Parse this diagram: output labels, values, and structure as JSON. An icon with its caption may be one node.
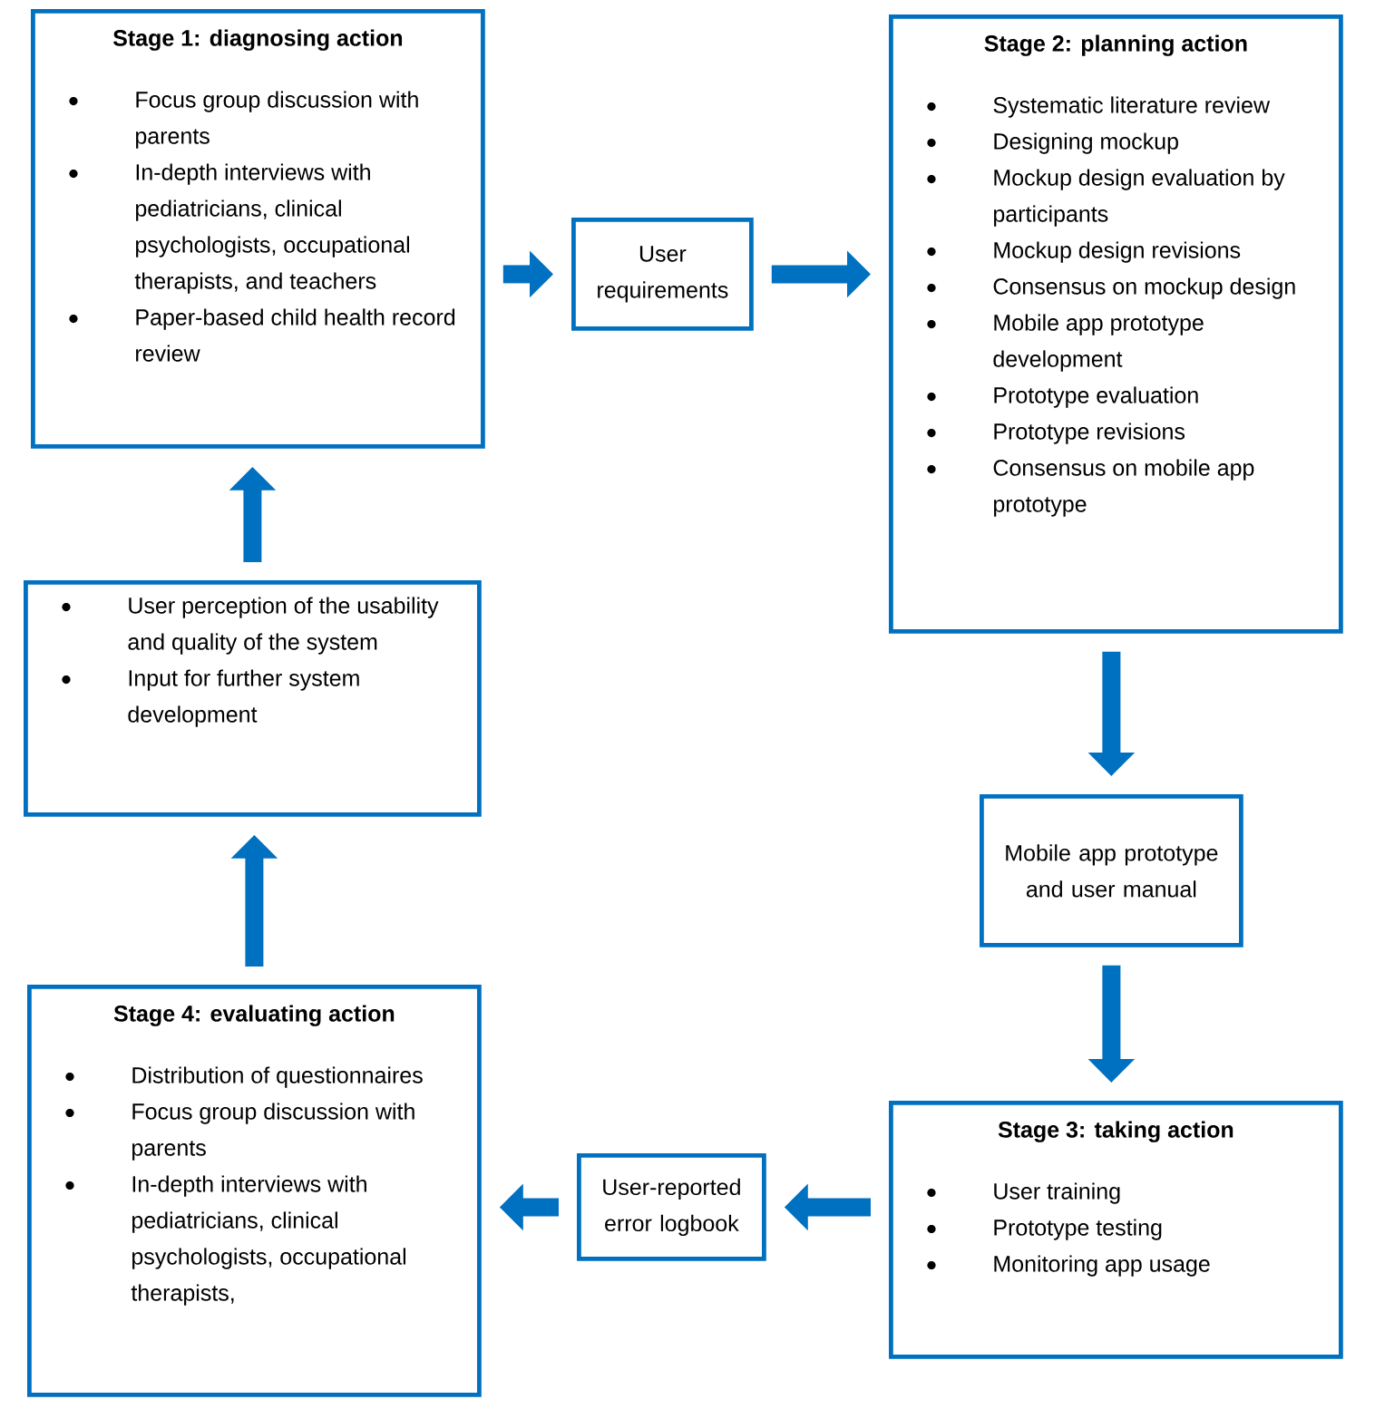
{
  "diagram": {
    "nodes": [
      {
        "text": [
          "Stage 1: diagnosing action",
          "Focus group discussion with parents",
          "In-depth interviews with pediatricians, clinical psychologists, occupational therapists, and teachers",
          "Paper-based child health record review"
        ]
      },
      {
        "text": [
          "User requirements"
        ]
      },
      {
        "text": [
          "Stage 2: planning action",
          "Systematic literature review",
          "Designing mockup",
          "Mockup design evaluation by participants",
          "Mockup design revisions",
          "Consensus on mockup design",
          "Mobile app prototype development",
          "Prototype evaluation",
          "Prototype revisions",
          "Consensus on mobile app prototype"
        ]
      },
      {
        "text": [
          "Mobile app prototype and user manual"
        ]
      },
      {
        "text": [
          "Stage 3: taking action",
          "User training",
          "Prototype testing",
          "Monitoring app usage"
        ]
      },
      {
        "text": [
          "User-reported error logbook"
        ]
      },
      {
        "text": [
          "Stage 4: evaluating action",
          "Distribution of questionnaires",
          "Focus group discussion with parents",
          "In-depth interviews with pediatricians, clinical psychologists, occupational therapists,"
        ]
      },
      {
        "text": [
          "User perception of the usability and quality of the system",
          "Input for further system development"
        ]
      }
    ],
    "edges": [
      {
        "from": 0,
        "to": 1,
        "arrow": "to"
      },
      {
        "from": 1,
        "to": 2,
        "arrow": "to"
      },
      {
        "from": 2,
        "to": 3,
        "arrow": "to"
      },
      {
        "from": 3,
        "to": 4,
        "arrow": "to"
      },
      {
        "from": 4,
        "to": 5,
        "arrow": "to"
      },
      {
        "from": 5,
        "to": 6,
        "arrow": "to"
      },
      {
        "from": 6,
        "to": 7,
        "arrow": "to"
      },
      {
        "from": 7,
        "to": 0,
        "arrow": "to"
      }
    ]
  }
}
